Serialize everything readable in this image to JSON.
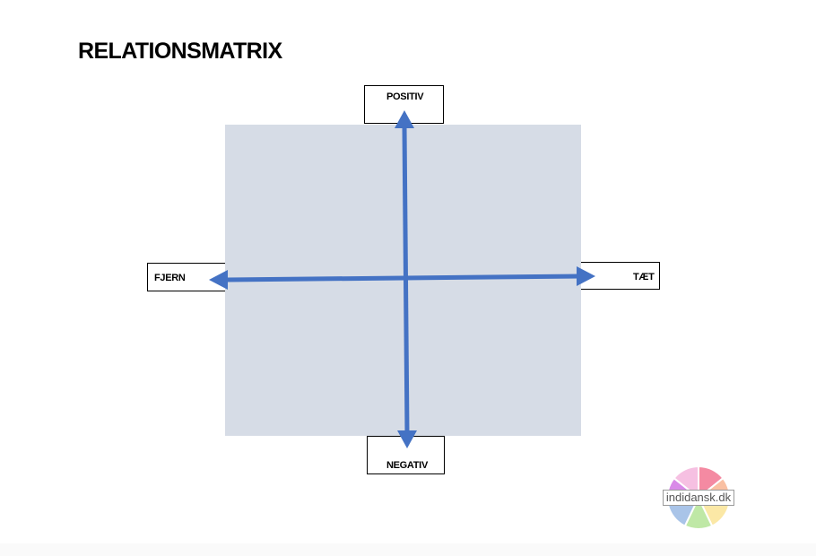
{
  "title": "RELATIONSMATRIX",
  "axis_labels": {
    "top": "POSITIV",
    "bottom": "NEGATIV",
    "left": "FJERN",
    "right": "TÆT"
  },
  "logo": {
    "text": "indidansk.dk",
    "segment_colors": [
      "#f48aa2",
      "#f9c0a2",
      "#fbe8a6",
      "#bfe8a6",
      "#a9c4e8",
      "#d98ae8",
      "#f6c0e2"
    ]
  },
  "colors": {
    "matrix_fill": "#d6dce6",
    "arrow": "#4472c4"
  }
}
